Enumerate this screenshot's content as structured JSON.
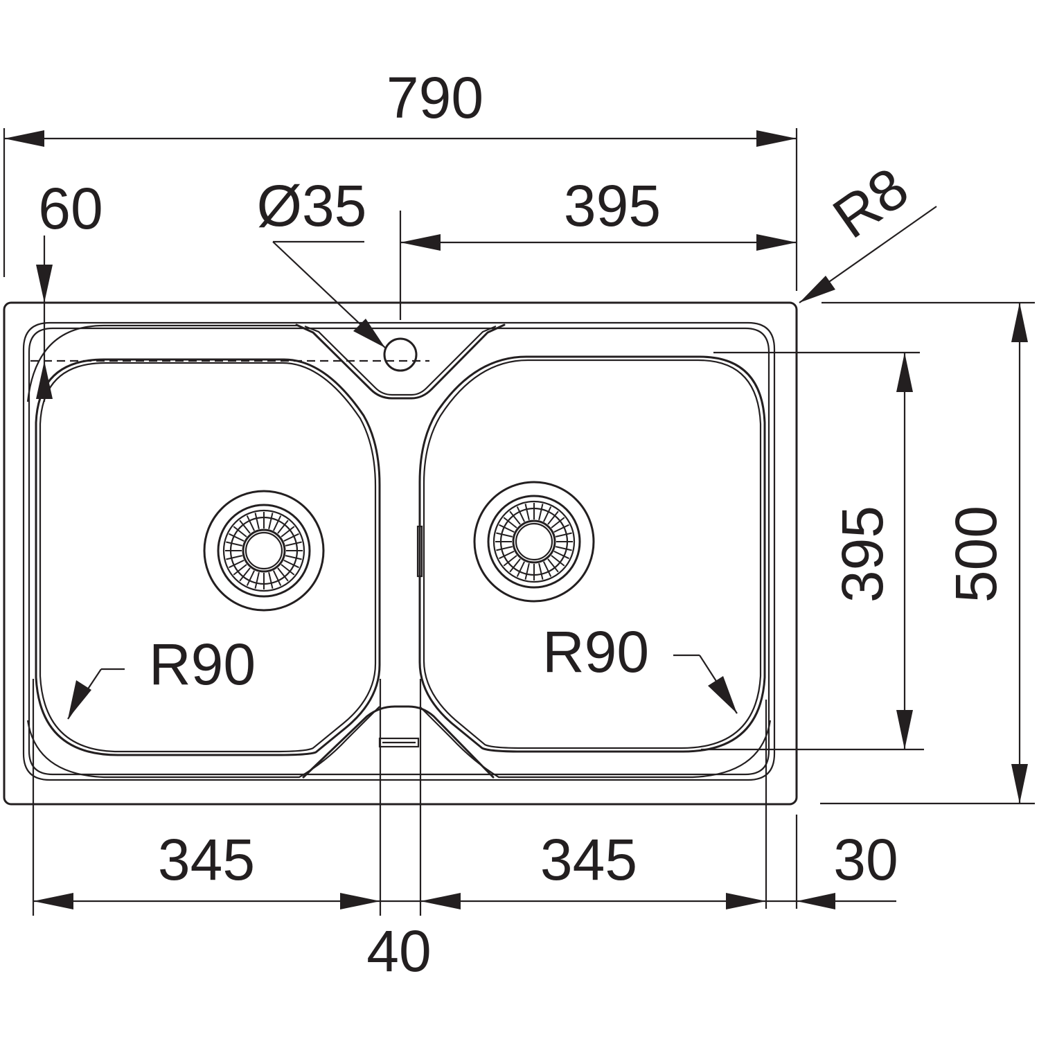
{
  "dimensions": {
    "overall_width": "790",
    "tap_hole_offset": "60",
    "tap_hole_diameter": "Ø35",
    "right_bowl_offset": "395",
    "corner_radius": "R8",
    "bowl_depth": "395",
    "overall_depth": "500",
    "left_bowl_radius": "R90",
    "right_bowl_radius": "R90",
    "left_bowl_width": "345",
    "right_bowl_width": "345",
    "divider_width": "40",
    "rim_offset": "30"
  },
  "colors": {
    "line": "#231f20",
    "background": "#ffffff"
  }
}
